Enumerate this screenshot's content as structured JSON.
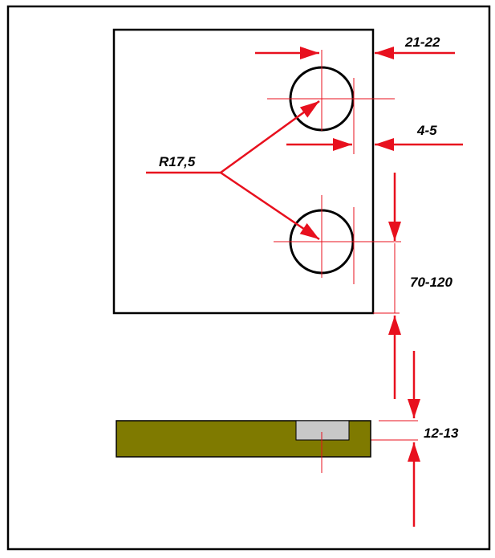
{
  "dimensions": {
    "hole_offset": "21-22",
    "edge_gap": "4-5",
    "hole_radius": "R17,5",
    "hole_spacing": "70-120",
    "depth": "12-13"
  },
  "colors": {
    "outline": "#000000",
    "dimension": "#e8101e",
    "bar_fill": "#7f7a00",
    "recess_fill": "#c8c8c8"
  }
}
